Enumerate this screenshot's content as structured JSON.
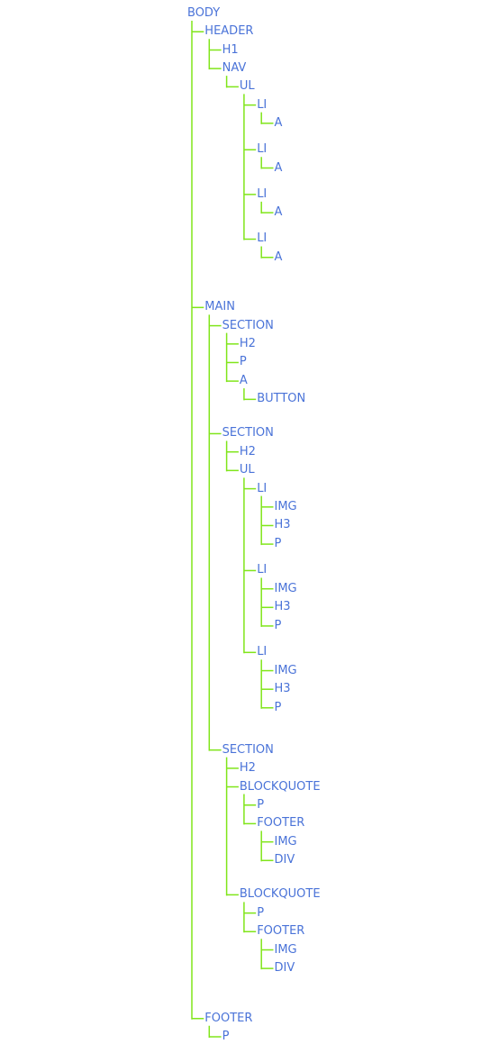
{
  "colors": {
    "label": "#4a73d8",
    "line": "#80e51a"
  },
  "tree": {
    "tag": "BODY",
    "children": [
      {
        "tag": "HEADER",
        "children": [
          {
            "tag": "H1",
            "children": []
          },
          {
            "tag": "NAV",
            "children": [
              {
                "tag": "UL",
                "children": [
                  {
                    "tag": "LI",
                    "children": [
                      {
                        "tag": "A",
                        "children": []
                      }
                    ]
                  },
                  {
                    "tag": "LI",
                    "children": [
                      {
                        "tag": "A",
                        "children": []
                      }
                    ]
                  },
                  {
                    "tag": "LI",
                    "children": [
                      {
                        "tag": "A",
                        "children": []
                      }
                    ]
                  },
                  {
                    "tag": "LI",
                    "children": [
                      {
                        "tag": "A",
                        "children": []
                      }
                    ]
                  }
                ]
              }
            ]
          }
        ]
      },
      {
        "tag": "MAIN",
        "children": [
          {
            "tag": "SECTION",
            "children": [
              {
                "tag": "H2",
                "children": []
              },
              {
                "tag": "P",
                "children": []
              },
              {
                "tag": "A",
                "children": [
                  {
                    "tag": "BUTTON",
                    "children": []
                  }
                ]
              }
            ]
          },
          {
            "tag": "SECTION",
            "children": [
              {
                "tag": "H2",
                "children": []
              },
              {
                "tag": "UL",
                "children": [
                  {
                    "tag": "LI",
                    "children": [
                      {
                        "tag": "IMG",
                        "children": []
                      },
                      {
                        "tag": "H3",
                        "children": []
                      },
                      {
                        "tag": "P",
                        "children": []
                      }
                    ]
                  },
                  {
                    "tag": "LI",
                    "children": [
                      {
                        "tag": "IMG",
                        "children": []
                      },
                      {
                        "tag": "H3",
                        "children": []
                      },
                      {
                        "tag": "P",
                        "children": []
                      }
                    ]
                  },
                  {
                    "tag": "LI",
                    "children": [
                      {
                        "tag": "IMG",
                        "children": []
                      },
                      {
                        "tag": "H3",
                        "children": []
                      },
                      {
                        "tag": "P",
                        "children": []
                      }
                    ]
                  }
                ]
              }
            ]
          },
          {
            "tag": "SECTION",
            "children": [
              {
                "tag": "H2",
                "children": []
              },
              {
                "tag": "BLOCKQUOTE",
                "children": [
                  {
                    "tag": "P",
                    "children": []
                  },
                  {
                    "tag": "FOOTER",
                    "children": [
                      {
                        "tag": "IMG",
                        "children": []
                      },
                      {
                        "tag": "DIV",
                        "children": []
                      }
                    ]
                  }
                ]
              },
              {
                "tag": "BLOCKQUOTE",
                "children": [
                  {
                    "tag": "P",
                    "children": []
                  },
                  {
                    "tag": "FOOTER",
                    "children": [
                      {
                        "tag": "IMG",
                        "children": []
                      },
                      {
                        "tag": "DIV",
                        "children": []
                      }
                    ]
                  }
                ]
              }
            ]
          }
        ]
      },
      {
        "tag": "FOOTER",
        "children": [
          {
            "tag": "P",
            "children": []
          }
        ]
      }
    ]
  }
}
